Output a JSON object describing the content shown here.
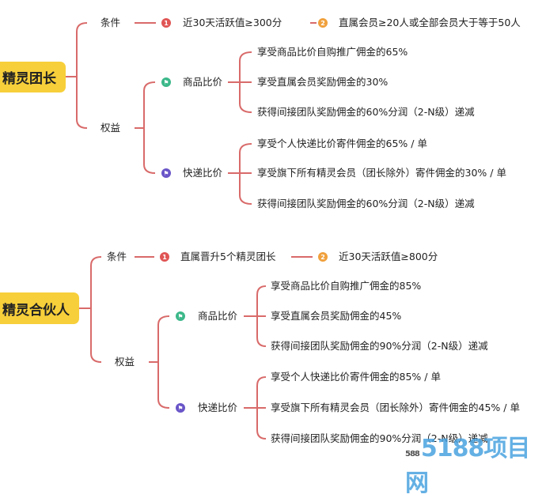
{
  "maps": [
    {
      "root": "精灵团长",
      "condition_label": "条件",
      "conditions": [
        "近30天活跃值≥300分",
        "直属会员≥20人或全部会员大于等于50人"
      ],
      "benefits_label": "权益",
      "goods": {
        "label": "商品比价",
        "items": [
          "享受商品比价自购推广佣金的65%",
          "享受直属会员奖励佣金的30%",
          "获得间接团队奖励佣金的60%分润（2-N级）递减"
        ]
      },
      "express": {
        "label": "快递比价",
        "items": [
          "享受个人快递比价寄件佣金的65% / 单",
          "享受旗下所有精灵会员（团长除外）寄件佣金的30% / 单",
          "获得间接团队奖励佣金的60%分润（2-N级）递减"
        ]
      }
    },
    {
      "root": "精灵合伙人",
      "condition_label": "条件",
      "conditions": [
        "直属晋升5个精灵团长",
        "近30天活跃值≥800分"
      ],
      "benefits_label": "权益",
      "goods": {
        "label": "商品比价",
        "items": [
          "享受商品比价自购推广佣金的85%",
          "享受直属会员奖励佣金的45%",
          "获得间接团队奖励佣金的90%分润（2-N级）递减"
        ]
      },
      "express": {
        "label": "快递比价",
        "items": [
          "享受个人快递比价寄件佣金的85% / 单",
          "享受旗下所有精灵会员（团长除外）寄件佣金的45% / 单",
          "获得间接团队奖励佣金的90%分润（2-N级）递减"
        ]
      }
    }
  ],
  "badges": [
    "1",
    "2"
  ],
  "watermark": {
    "small": "588",
    "text": "5188项目网"
  },
  "colors": {
    "line": "#d96a6a",
    "root": "#f7cf3a",
    "badge1": "#e05555",
    "badge2": "#f0a03c",
    "goods": "#3cb88a",
    "express": "#6a55c8"
  }
}
